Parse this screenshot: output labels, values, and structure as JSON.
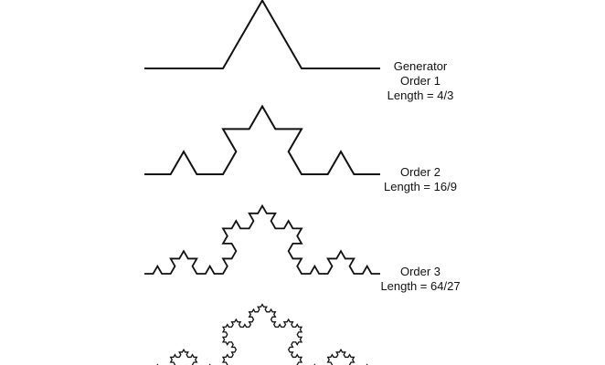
{
  "curves": [
    {
      "order": 1,
      "lines": [
        "Generator",
        "Order 1",
        "Length = 4/3"
      ]
    },
    {
      "order": 2,
      "lines": [
        "Order 2",
        "Length = 16/9"
      ]
    },
    {
      "order": 3,
      "lines": [
        "Order 3",
        "Length = 64/27"
      ]
    },
    {
      "order": 4,
      "lines": []
    }
  ],
  "colors": {
    "stroke": "#111111",
    "background": "#ffffff"
  }
}
